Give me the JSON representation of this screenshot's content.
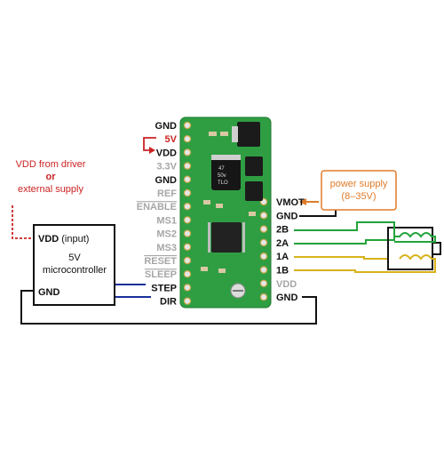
{
  "left_pins": [
    {
      "label": "GND",
      "color": "black",
      "overline": false
    },
    {
      "label": "5V",
      "color": "red",
      "overline": false
    },
    {
      "label": "VDD",
      "color": "black",
      "overline": false
    },
    {
      "label": "3.3V",
      "color": "gray",
      "overline": false
    },
    {
      "label": "GND",
      "color": "black",
      "overline": false
    },
    {
      "label": "REF",
      "color": "gray",
      "overline": false
    },
    {
      "label": "ENABLE",
      "color": "gray",
      "overline": true
    },
    {
      "label": "MS1",
      "color": "gray",
      "overline": false
    },
    {
      "label": "MS2",
      "color": "gray",
      "overline": false
    },
    {
      "label": "MS3",
      "color": "gray",
      "overline": false
    },
    {
      "label": "RESET",
      "color": "gray",
      "overline": true
    },
    {
      "label": "SLEEP",
      "color": "gray",
      "overline": true
    },
    {
      "label": "STEP",
      "color": "black",
      "overline": false
    },
    {
      "label": "DIR",
      "color": "black",
      "overline": false
    }
  ],
  "right_pins": [
    {
      "label": "VMOT",
      "color": "black"
    },
    {
      "label": "GND",
      "color": "black"
    },
    {
      "label": "2B",
      "color": "black"
    },
    {
      "label": "2A",
      "color": "black"
    },
    {
      "label": "1A",
      "color": "black"
    },
    {
      "label": "1B",
      "color": "black"
    },
    {
      "label": "VDD",
      "color": "gray"
    },
    {
      "label": "GND",
      "color": "black"
    }
  ],
  "vdd_source": {
    "line1": "VDD from driver",
    "line2": "or",
    "line3": "external supply"
  },
  "microcontroller": {
    "vdd": "VDD",
    "vdd_suffix": "(input)",
    "line1": "5V",
    "line2": "microcontroller",
    "gnd": "GND"
  },
  "power_supply": {
    "line1": "power supply",
    "line2": "(8–35V)"
  },
  "board": {
    "cap_text_1": "47",
    "cap_text_2": "50v",
    "cap_text_3": "TLO"
  },
  "colors": {
    "board": "#2f9e43",
    "black_wire": "#111111",
    "red": "#cc2222",
    "orange": "#e07c2a",
    "blue": "#1a2f9a",
    "green": "#22a33a",
    "yellow": "#d8b21a",
    "gray_label": "#a6a6a6"
  }
}
